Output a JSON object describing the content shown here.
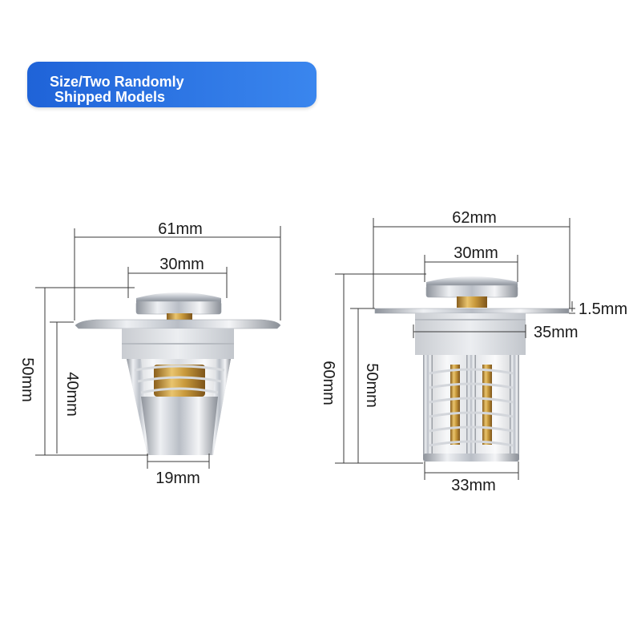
{
  "banner": {
    "line1": "Size/Two Randomly",
    "line2": "Shipped Models",
    "color_start": "#1f63d8",
    "color_end": "#3a86ee"
  },
  "model_a": {
    "total_width": "61mm",
    "cap_width": "30mm",
    "total_height": "50mm",
    "body_height": "40mm",
    "bottom_width": "19mm"
  },
  "model_b": {
    "total_width": "62mm",
    "cap_width": "30mm",
    "flange_thickness": "1.5mm",
    "body_width": "35mm",
    "total_height": "60mm",
    "body_height": "50mm",
    "bottom_width": "33mm"
  },
  "colors": {
    "dimension_line": "#3a3a3a",
    "chrome": "#c8ccd2",
    "brass": "#c99a3c"
  }
}
